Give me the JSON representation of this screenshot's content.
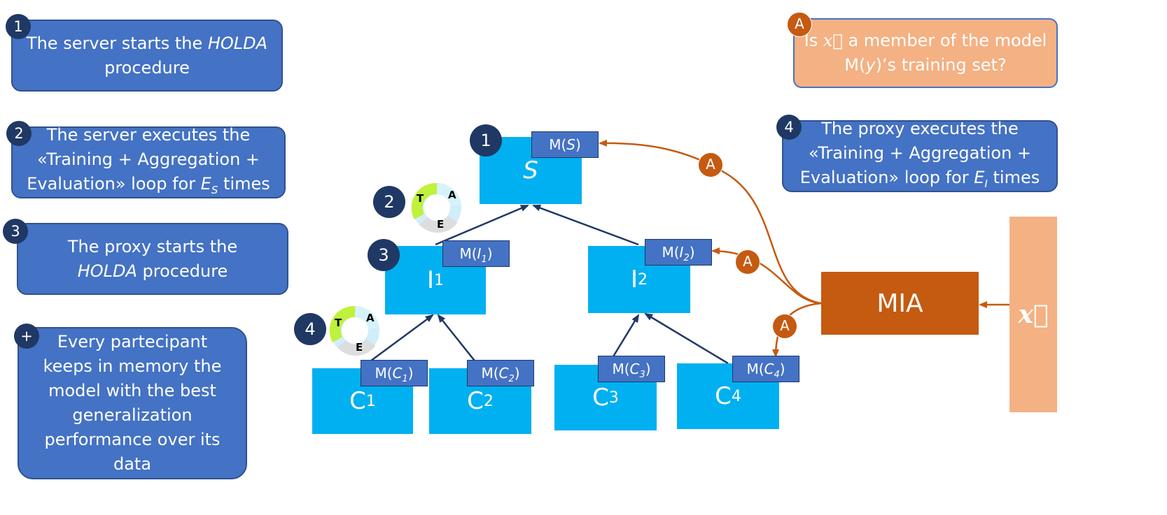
{
  "steps": {
    "s1": {
      "badge": "1",
      "line1_pre": "The server starts the ",
      "line1_em": "HOLDA",
      "line2": "procedure"
    },
    "s2": {
      "badge": "2",
      "line1": "The server executes the",
      "line2": "«Training + Aggregation +",
      "line3_pre": "Evaluation» loop  for ",
      "var": "E",
      "sub": "S",
      "line3_post": " times"
    },
    "s3": {
      "badge": "3",
      "line1": "The proxy starts the",
      "line2_em": "HOLDA",
      "line2_post": " procedure"
    },
    "s4": {
      "badge": "4",
      "line1": "The proxy executes the",
      "line2": "«Training + Aggregation +",
      "line3_pre": "Evaluation» loop  for ",
      "var": "E",
      "sub": "I",
      "line3_post": " times"
    },
    "plus": {
      "badge": "+",
      "lines": [
        "Every partecipant",
        "keeps in memory the",
        "model with the best",
        "generalization",
        "performance over its",
        "data"
      ]
    }
  },
  "attack": {
    "badge": "A",
    "line1_pre": "Is ",
    "line1_x": "x⃗",
    "line1_post": " a member of the model",
    "line2_pre": "M(",
    "line2_y": "y",
    "line2_post": ")’s training set?"
  },
  "tree": {
    "server": {
      "label": "S",
      "badge": "1",
      "model_pre": "M(",
      "model_var": "S",
      "model_post": ")"
    },
    "cycle_top": {
      "badge": "2",
      "t": "T",
      "a": "A",
      "e": "E"
    },
    "cycle_bottom": {
      "badge": "4",
      "t": "T",
      "a": "A",
      "e": "E"
    },
    "i1": {
      "label": "I",
      "sub": "1",
      "badge": "3",
      "model_pre": "M(",
      "model_var": "I",
      "model_sub": "1",
      "model_post": ")"
    },
    "i2": {
      "label": "I",
      "sub": "2",
      "model_pre": "M(",
      "model_var": "I",
      "model_sub": "2",
      "model_post": ")"
    },
    "c1": {
      "label": "C",
      "sub": "1",
      "model_pre": "M(",
      "model_var": "C",
      "model_sub": "1",
      "model_post": ")"
    },
    "c2": {
      "label": "C",
      "sub": "2",
      "model_pre": "M(",
      "model_var": "C",
      "model_sub": "2",
      "model_post": ")"
    },
    "c3": {
      "label": "C",
      "sub": "3",
      "model_pre": "M(",
      "model_var": "C",
      "model_sub": "3",
      "model_post": ")"
    },
    "c4": {
      "label": "C",
      "sub": "4",
      "model_pre": "M(",
      "model_var": "C",
      "model_sub": "4",
      "model_post": ")"
    }
  },
  "mia": {
    "label": "MIA"
  },
  "input": {
    "label": "x⃗"
  },
  "attack_badges": {
    "a1": "A",
    "a2": "A",
    "a3": "A"
  },
  "colors": {
    "step_blue": "#4472c4",
    "badge_navy": "#203864",
    "node_cyan": "#00b0f0",
    "attack_orange": "#c55a11",
    "attack_peach": "#f4b183",
    "cycle_green": "#bff23a"
  }
}
